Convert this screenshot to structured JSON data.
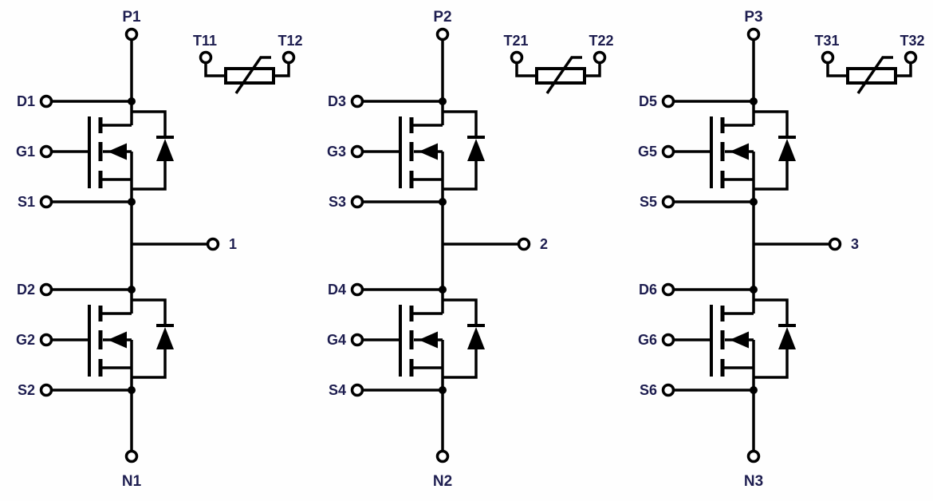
{
  "colors": {
    "wire": "#000000",
    "label": "#1e1e50",
    "bg": "#fefefe"
  },
  "symbols": {
    "transistor": "n-channel-mosfet",
    "antiparallel_diode": "body-diode",
    "temperature_sensor": "ntc-thermistor"
  },
  "phases": [
    {
      "p_label": "P1",
      "n_label": "N1",
      "output_label": "1",
      "thermistor": {
        "t1": "T11",
        "t2": "T12"
      },
      "high_side": {
        "d": "D1",
        "g": "G1",
        "s": "S1"
      },
      "low_side": {
        "d": "D2",
        "g": "G2",
        "s": "S2"
      }
    },
    {
      "p_label": "P2",
      "n_label": "N2",
      "output_label": "2",
      "thermistor": {
        "t1": "T21",
        "t2": "T22"
      },
      "high_side": {
        "d": "D3",
        "g": "G3",
        "s": "S3"
      },
      "low_side": {
        "d": "D4",
        "g": "G4",
        "s": "S4"
      }
    },
    {
      "p_label": "P3",
      "n_label": "N3",
      "output_label": "3",
      "thermistor": {
        "t1": "T31",
        "t2": "T32"
      },
      "high_side": {
        "d": "D5",
        "g": "G5",
        "s": "S5"
      },
      "low_side": {
        "d": "D6",
        "g": "G6",
        "s": "S6"
      }
    }
  ]
}
